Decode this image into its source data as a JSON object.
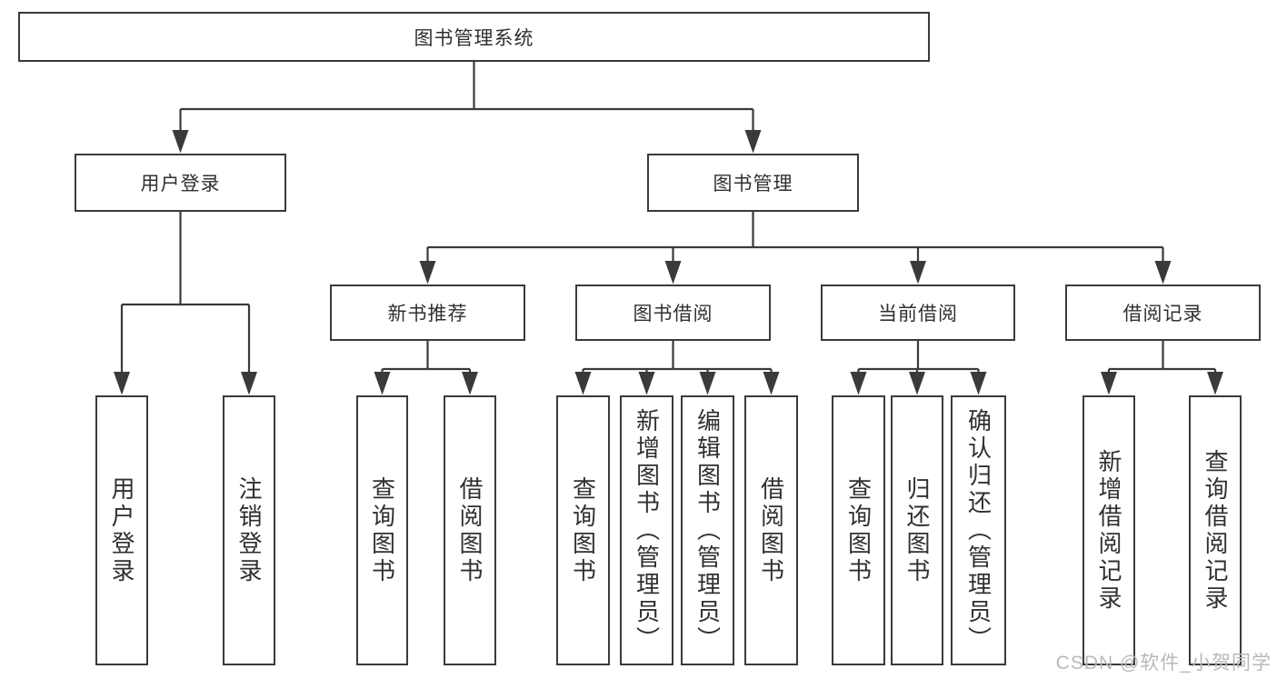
{
  "diagram": {
    "tree": {
      "root": {
        "label": "图书管理系统",
        "children": [
          {
            "label": "用户登录",
            "children": [
              {
                "label": "用户登录"
              },
              {
                "label": "注销登录"
              }
            ]
          },
          {
            "label": "图书管理",
            "children": [
              {
                "label": "新书推荐",
                "children": [
                  {
                    "label": "查询图书"
                  },
                  {
                    "label": "借阅图书"
                  }
                ]
              },
              {
                "label": "图书借阅",
                "children": [
                  {
                    "label": "查询图书"
                  },
                  {
                    "label": "新增图书（管理员）"
                  },
                  {
                    "label": "编辑图书（管理员）"
                  },
                  {
                    "label": "借阅图书"
                  }
                ]
              },
              {
                "label": "当前借阅",
                "children": [
                  {
                    "label": "查询图书"
                  },
                  {
                    "label": "归还图书"
                  },
                  {
                    "label": "确认归还（管理员）"
                  }
                ]
              },
              {
                "label": "借阅记录",
                "children": [
                  {
                    "label": "新增借阅记录"
                  },
                  {
                    "label": "查询借阅记录"
                  }
                ]
              }
            ]
          }
        ]
      }
    },
    "colors": {
      "line": "#3a3a3a",
      "box_border": "#3a3a3a",
      "text": "#303030",
      "watermark": "#b9b9b9",
      "background": "#ffffff"
    }
  },
  "watermark": {
    "text": "CSDN @软件_小贺同学"
  }
}
